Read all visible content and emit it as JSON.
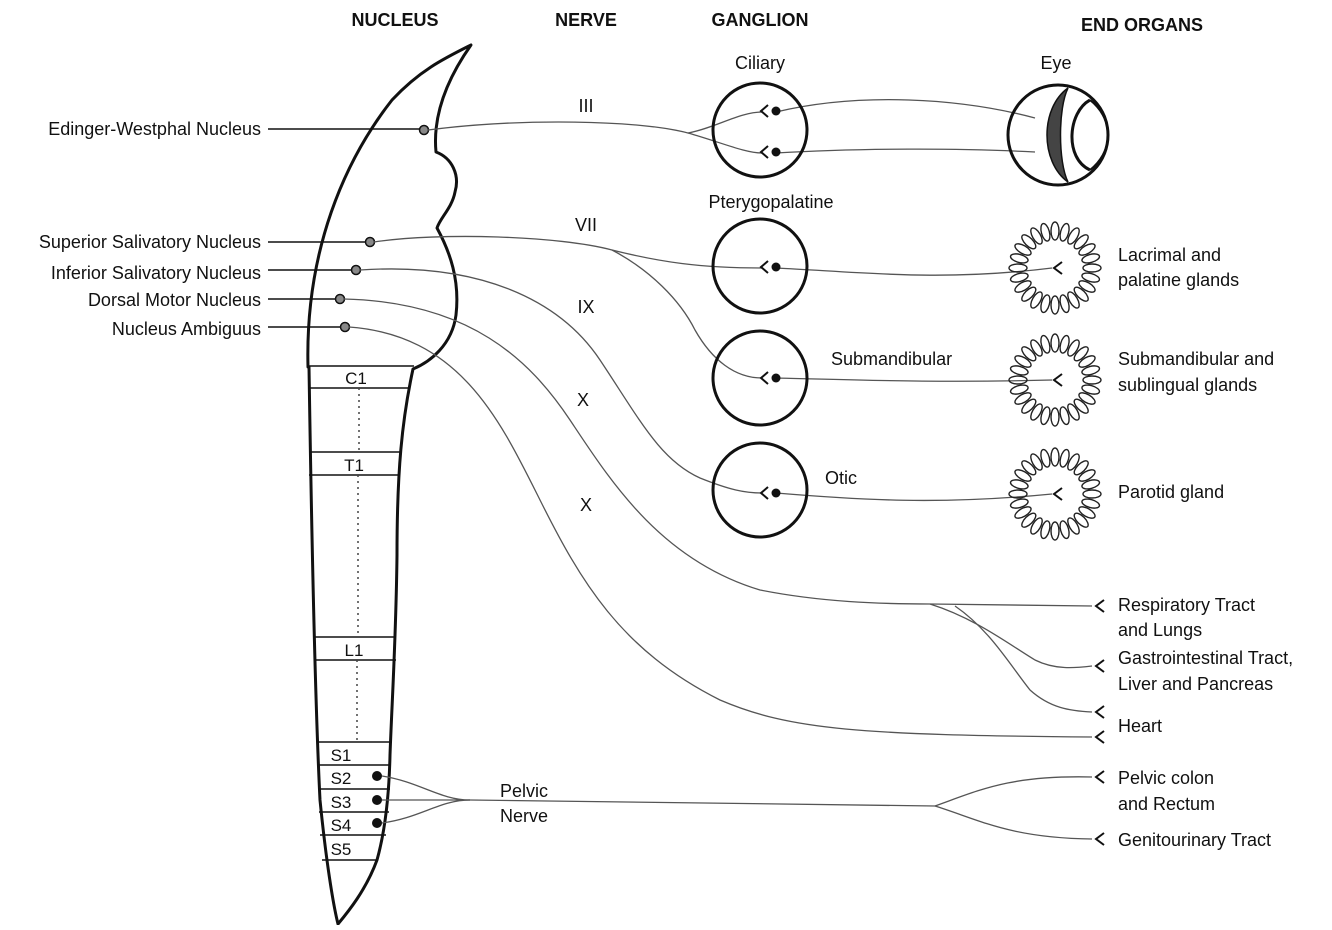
{
  "headers": {
    "nucleus": "NUCLEUS",
    "nerve": "NERVE",
    "ganglion": "GANGLION",
    "end_organs": "END ORGANS"
  },
  "nuclei": {
    "edinger_westphal": "Edinger-Westphal Nucleus",
    "superior_salivatory": "Superior Salivatory Nucleus",
    "inferior_salivatory": "Inferior Salivatory Nucleus",
    "dorsal_motor": "Dorsal Motor Nucleus",
    "ambiguus": "Nucleus Ambiguus"
  },
  "segments": {
    "c1": "C1",
    "t1": "T1",
    "l1": "L1",
    "s1": "S1",
    "s2": "S2",
    "s3": "S3",
    "s4": "S4",
    "s5": "S5"
  },
  "nerves": {
    "iii": "III",
    "vii": "VII",
    "ix": "IX",
    "x1": "X",
    "x2": "X",
    "pelvic_line1": "Pelvic",
    "pelvic_line2": "Nerve"
  },
  "ganglia": {
    "ciliary": "Ciliary",
    "pterygopalatine": "Pterygopalatine",
    "submandibular": "Submandibular",
    "otic": "Otic"
  },
  "organs": {
    "eye": "Eye",
    "lacrimal_line1": "Lacrimal and",
    "lacrimal_line2": "palatine glands",
    "submandibular_line1": "Submandibular and",
    "submandibular_line2": "sublingual glands",
    "parotid": "Parotid gland",
    "respiratory_line1": "Respiratory Tract",
    "respiratory_line2": "and Lungs",
    "gi_line1": "Gastrointestinal Tract,",
    "gi_line2": "Liver and Pancreas",
    "heart": "Heart",
    "pelvic_colon_line1": "Pelvic colon",
    "pelvic_colon_line2": "and Rectum",
    "genitourinary": "Genitourinary Tract"
  }
}
